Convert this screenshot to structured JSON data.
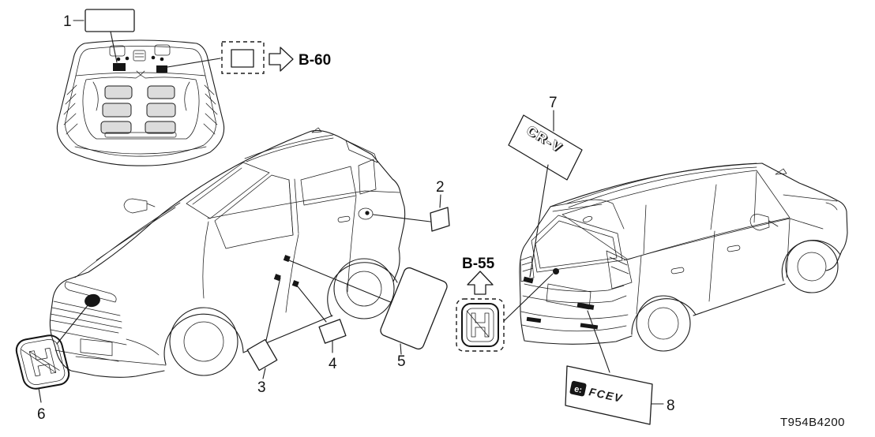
{
  "colors": {
    "background": "#ffffff",
    "line": "#1c1c1c"
  },
  "part_number": "T954B4200",
  "callouts": {
    "c1": "1",
    "c2": "2",
    "c3": "3",
    "c4": "4",
    "c5": "5",
    "c6": "6",
    "c7": "7",
    "c8": "8"
  },
  "references": {
    "b60": "B-60",
    "b55": "B-55"
  },
  "badges": {
    "crv": "CR-V",
    "efcev_prefix": "e:",
    "efcev_letters": "FCEV"
  },
  "icons": {
    "honda_h_front": "honda-h-emblem",
    "honda_h_rear": "honda-h-emblem",
    "b60_arrow": "right-block-arrow",
    "b55_arrow": "up-block-arrow"
  }
}
